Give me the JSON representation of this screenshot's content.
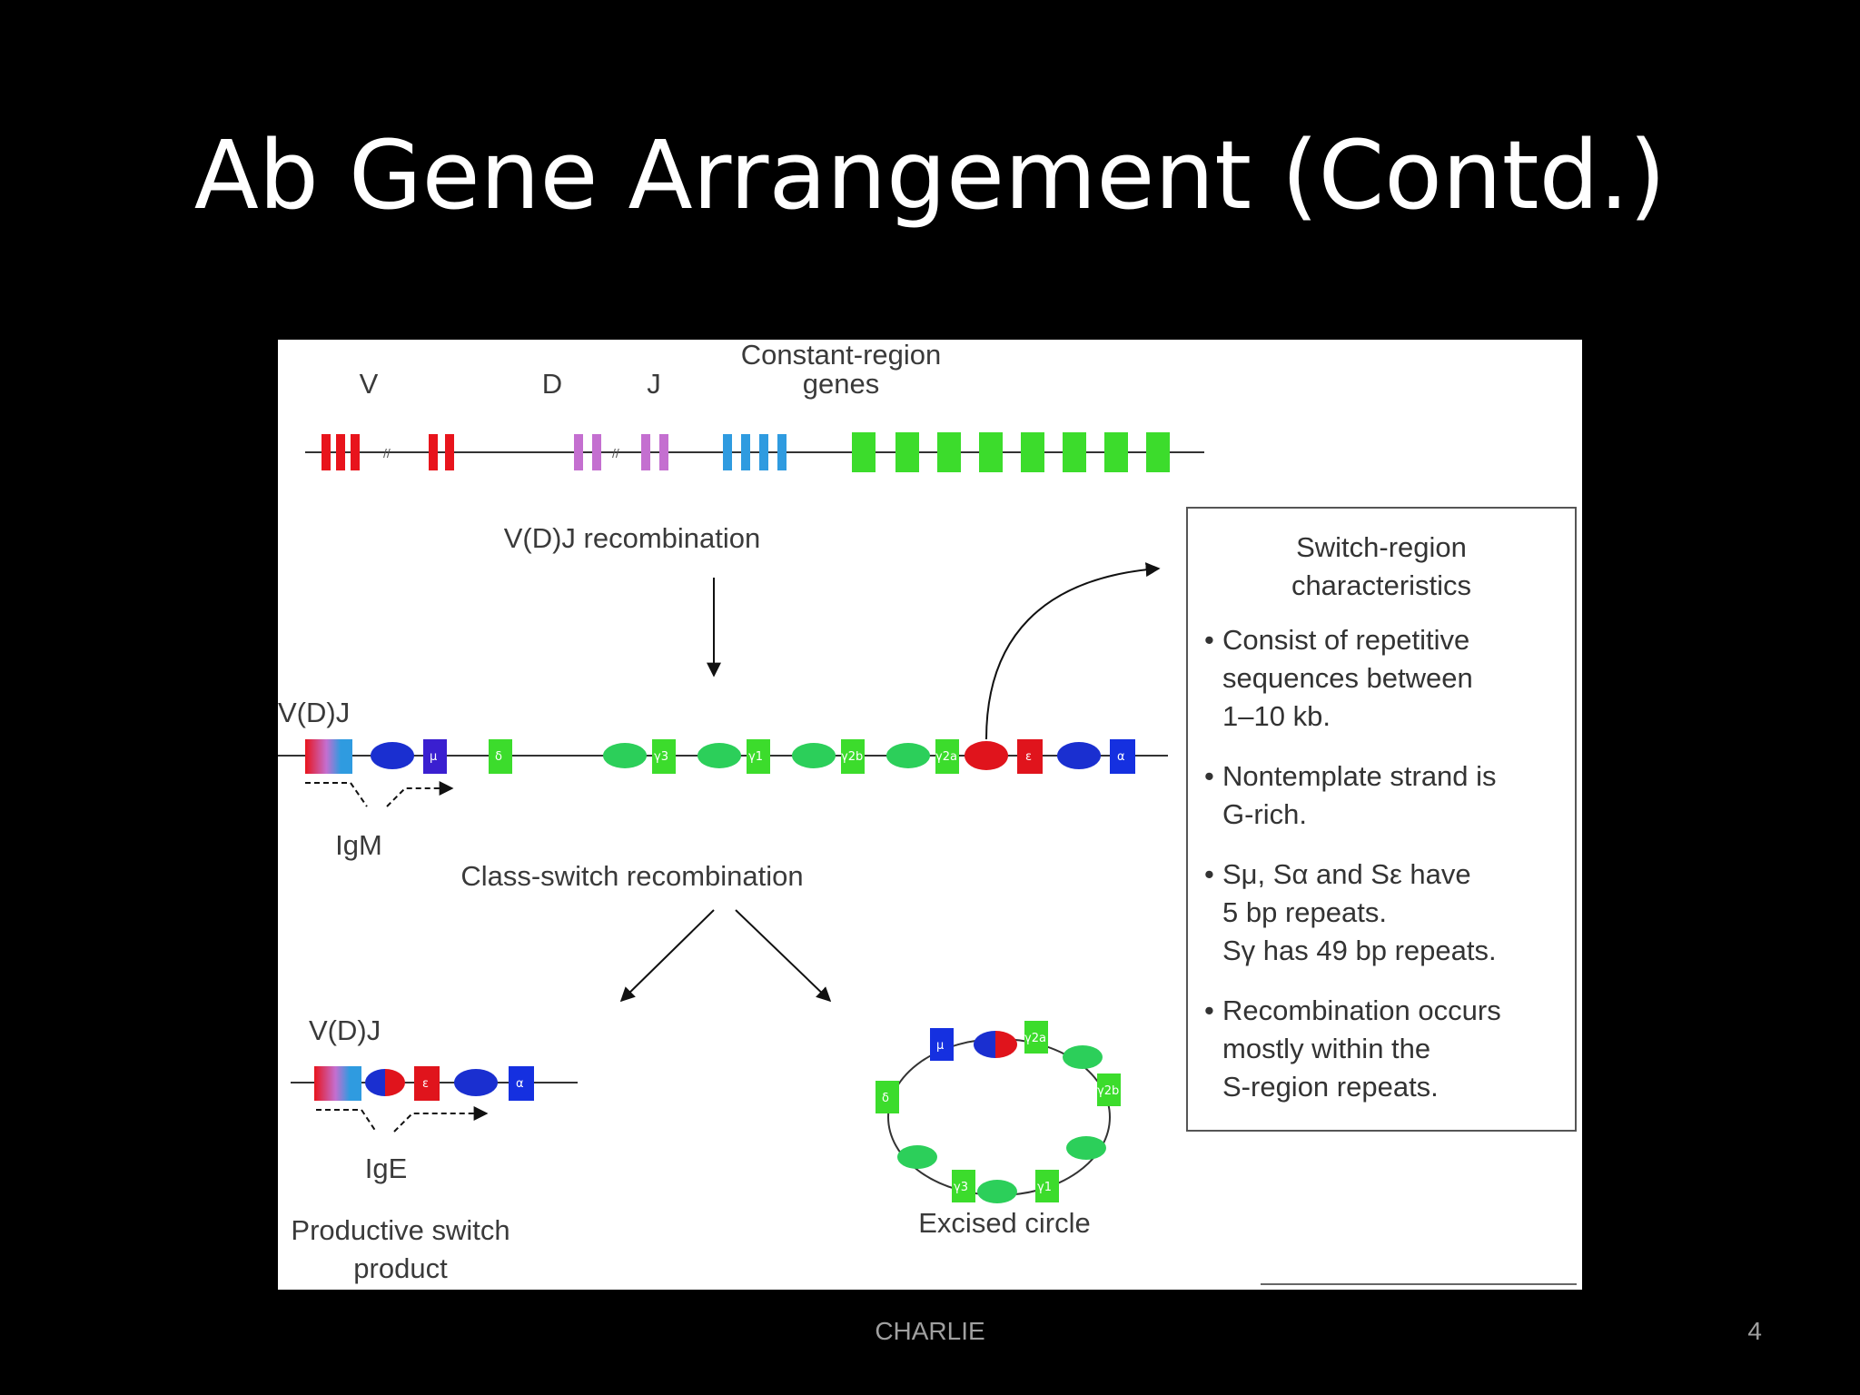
{
  "slide": {
    "title": "Ab Gene Arrangement (Contd.)",
    "footer_center": "CHARLIE",
    "page_number": "4"
  },
  "figure": {
    "top_labels": {
      "v": "V",
      "d": "D",
      "j": "J",
      "constant_line1": "Constant-region",
      "constant_line2": "genes"
    },
    "vdj_recombination": "V(D)J recombination",
    "vdj_label_main": "V(D)J",
    "vdj_label_product": "V(D)J",
    "igm": "IgM",
    "ige": "IgE",
    "class_switch": "Class-switch recombination",
    "productive_line1": "Productive switch",
    "productive_line2": "product",
    "excised_circle": "Excised circle",
    "segment_labels": {
      "mu": "μ",
      "delta": "δ",
      "g3": "γ3",
      "g1": "γ1",
      "g2b": "γ2b",
      "g2a": "γ2a",
      "epsilon": "ε",
      "alpha": "α"
    },
    "switch_box": {
      "title_line1": "Switch-region",
      "title_line2": "characteristics",
      "bullets": [
        "Consist of repetitive\nsequences between\n1–10 kb.",
        "Nontemplate strand is\nG-rich.",
        "Sμ, Sα and Sε have\n5 bp repeats.\nSγ has 49 bp repeats.",
        "Recombination occurs\nmostly within the\nS-region repeats."
      ]
    }
  },
  "colors": {
    "v_segment": "#e8141c",
    "d_segment": "#c46fd0",
    "j_segment": "#2f9be0",
    "constant": "#3cdc2c",
    "switch_green": "#2ccf5a",
    "switch_red": "#e0141c",
    "switch_blue": "#1a2fd0",
    "mu_box": "#3a1fd0",
    "alpha_box": "#1530e0"
  }
}
